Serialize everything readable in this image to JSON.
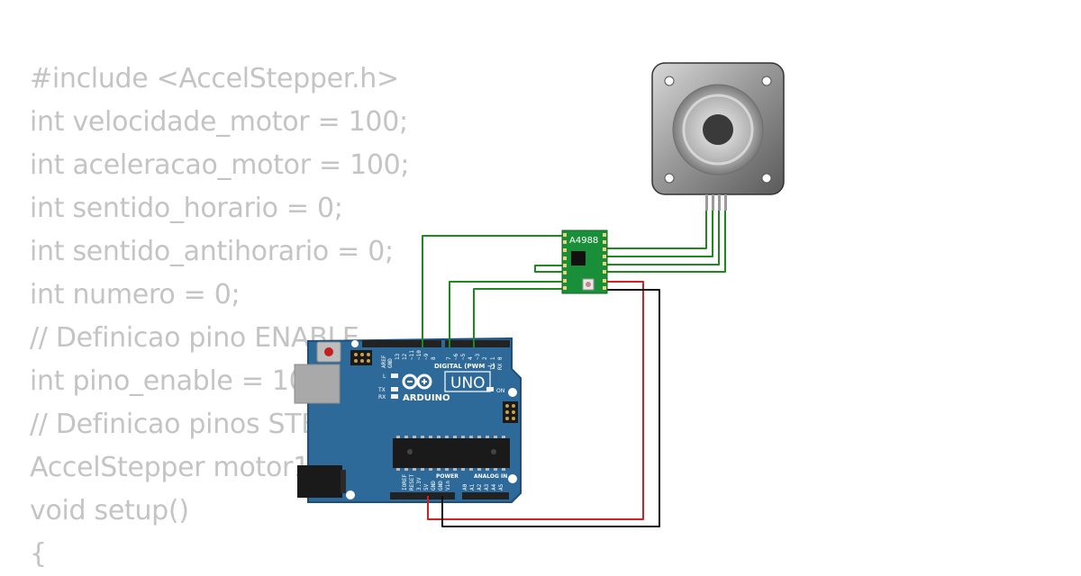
{
  "code_lines": [
    "#include <AccelStepper.h>",
    "int velocidade_motor = 100;",
    "int aceleracao_motor = 100;",
    "int sentido_horario = 0;",
    "int sentido_antihorario = 0;",
    "int numero = 0;",
    "// Definicao pino ENABLE",
    "int pino_enable = 10;",
    "// Definicao pinos STEP e DIR",
    "AccelStepper motor1(1,7,4 );",
    "void setup()",
    "{"
  ],
  "driver": {
    "label": "A4988"
  },
  "arduino": {
    "brand": "ARDUINO",
    "model": "UNO",
    "digital_label": "DIGITAL (PWM ~)",
    "power_label": "POWER",
    "analog_label": "ANALOG IN",
    "on_label": "ON",
    "led_labels": [
      "L",
      "TX",
      "RX"
    ],
    "top_pin_labels": [
      "AREF",
      "GND",
      "13",
      "12",
      "~11",
      "~10",
      "~9",
      "8",
      "7",
      "~6",
      "~5",
      "4",
      "~3",
      "2",
      "TX 1",
      "RX 0"
    ],
    "power_pin_labels": [
      "IOREF",
      "RESET",
      "3.3V",
      "5V",
      "GND",
      "GND",
      "Vin"
    ],
    "analog_pin_labels": [
      "A0",
      "A1",
      "A2",
      "A3",
      "A4",
      "A5"
    ]
  },
  "colors": {
    "board_blue": "#2d6a99",
    "board_edge": "#1f4f78",
    "driver_green": "#1a8f3a",
    "wire_green": "#1e8a1e",
    "wire_red": "#d42020",
    "wire_black": "#111111",
    "code_text": "#c4c4c4"
  },
  "icons": {
    "arduino_logo": "infinity-logo-icon",
    "motor": "stepper-motor-icon"
  }
}
